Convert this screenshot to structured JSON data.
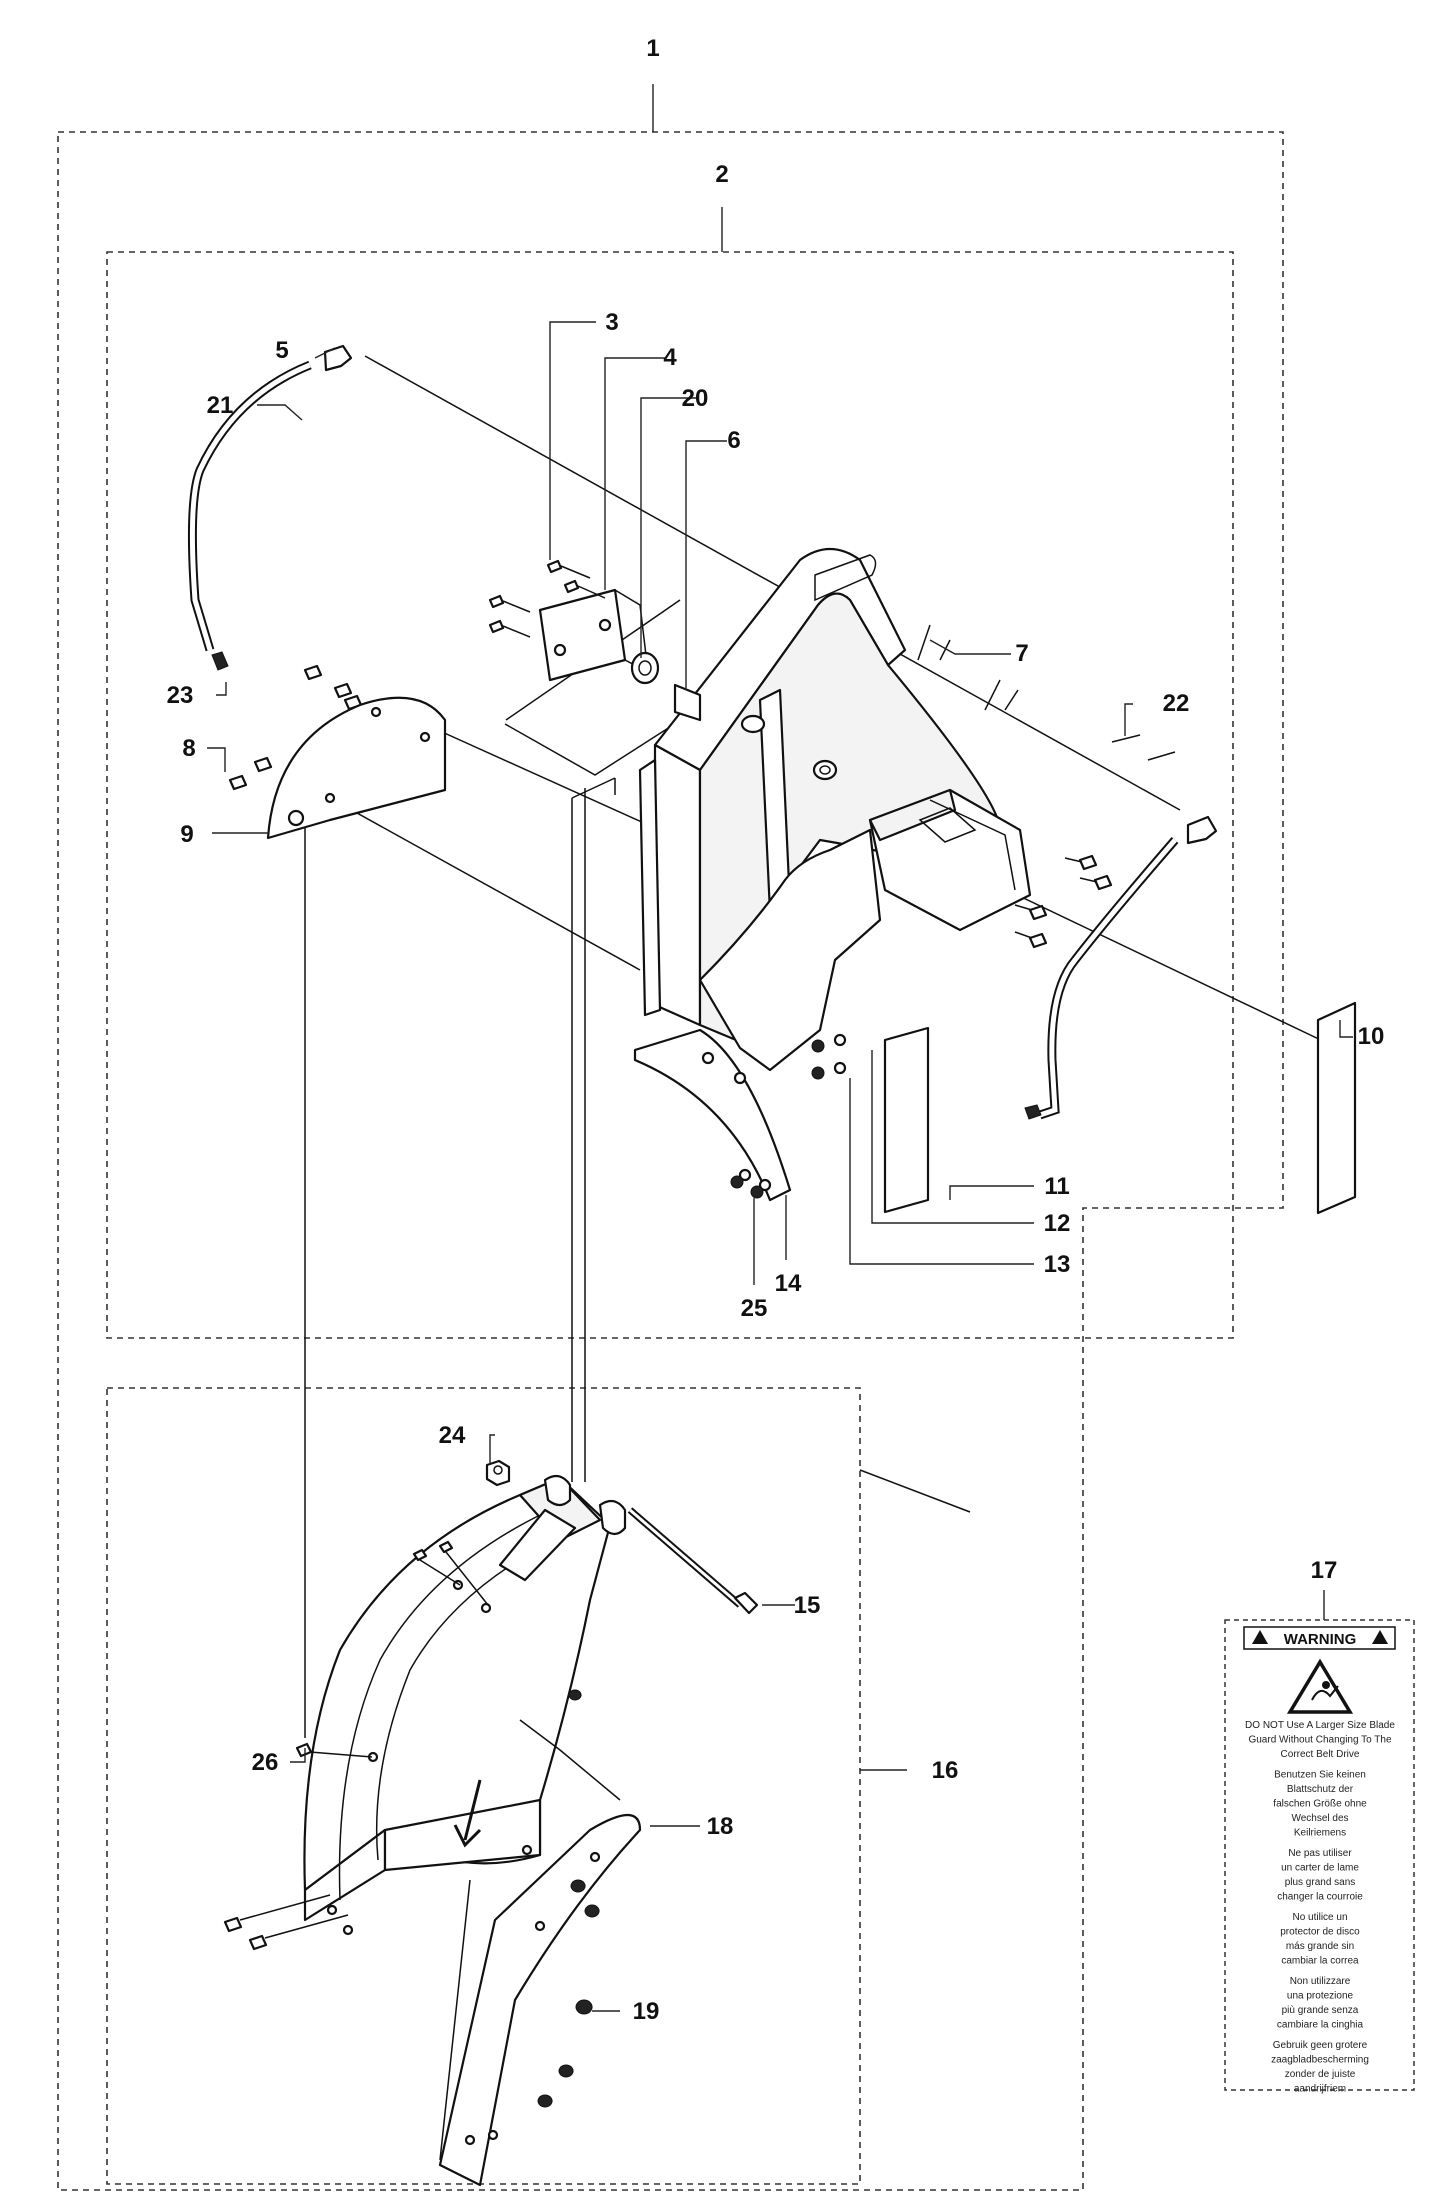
{
  "callouts": {
    "c1": "1",
    "c2": "2",
    "c3": "3",
    "c4": "4",
    "c5": "5",
    "c6": "6",
    "c7": "7",
    "c8": "8",
    "c9": "9",
    "c10": "10",
    "c11": "11",
    "c12": "12",
    "c13": "13",
    "c14": "14",
    "c15": "15",
    "c16": "16",
    "c17": "17",
    "c18": "18",
    "c19": "19",
    "c20": "20",
    "c21": "21",
    "c22": "22",
    "c23": "23",
    "c24": "24",
    "c25": "25",
    "c26": "26"
  },
  "warning_label": {
    "header": "WARNING",
    "lines": [
      "DO NOT Use A Larger Size Blade",
      "Guard Without Changing To The",
      "Correct Belt Drive",
      "Benutzen Sie keinen",
      "Blattschutz der",
      "falschen Größe ohne",
      "Wechsel des",
      "Keilriemens",
      "Ne pas utiliser",
      "un carter de lame",
      "plus grand sans",
      "changer la courroie",
      "No utilice un",
      "protector de disco",
      "más grande sin",
      "cambiar la correa",
      "Non utilizzare",
      "una protezione",
      "più grande senza",
      "cambiare la cinghia",
      "Gebruik geen grotere",
      "zaagbladbescherming",
      "zonder de juiste",
      "aandrijfriem"
    ]
  },
  "colors": {
    "line": "#111111",
    "paper": "#ffffff",
    "frame": "#333333"
  }
}
